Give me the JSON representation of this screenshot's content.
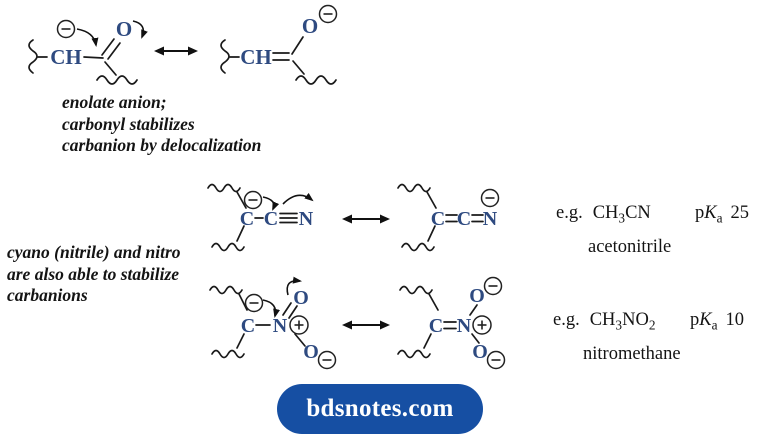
{
  "colors": {
    "background": "#ffffff",
    "atom_text": "#2e4a80",
    "bond": "#1a1a1a",
    "badge_bg": "#164fa3",
    "badge_text": "#ffffff"
  },
  "enolate": {
    "caption_lines": [
      "enolate anion;",
      "carbonyl stabilizes",
      "carbanion by delocalization"
    ],
    "left_structure": {
      "ch": "CH",
      "o": "O"
    },
    "right_structure": {
      "ch": "CH",
      "o": "O"
    }
  },
  "cyano_nitro_caption": {
    "lines": [
      "cyano (nitrile) and nitro",
      "are also able to stabilize",
      "carbanions"
    ]
  },
  "cyano": {
    "left_structure": {
      "c1": "C",
      "c2": "C",
      "n": "N"
    },
    "right_structure": {
      "c1": "C",
      "c2": "C",
      "n": "N"
    },
    "example": {
      "eg": "e.g.",
      "formula_pre": "CH",
      "formula_sub": "3",
      "formula_post": "CN",
      "name": "acetonitrile",
      "pk_p": "p",
      "pk_k": "K",
      "pk_sub": "a",
      "pk_value": "25"
    }
  },
  "nitro": {
    "left_structure": {
      "c": "C",
      "n": "N",
      "o_top": "O",
      "o_bottom": "O"
    },
    "right_structure": {
      "c": "C",
      "n": "N",
      "o_top": "O",
      "o_bottom": "O"
    },
    "example": {
      "eg": "e.g.",
      "formula_pre": "CH",
      "formula_sub": "3",
      "formula_mid": "NO",
      "formula_sub2": "2",
      "name": "nitromethane",
      "pk_p": "p",
      "pk_k": "K",
      "pk_sub": "a",
      "pk_value": "10"
    }
  },
  "badge": {
    "label": "bdsnotes.com"
  }
}
